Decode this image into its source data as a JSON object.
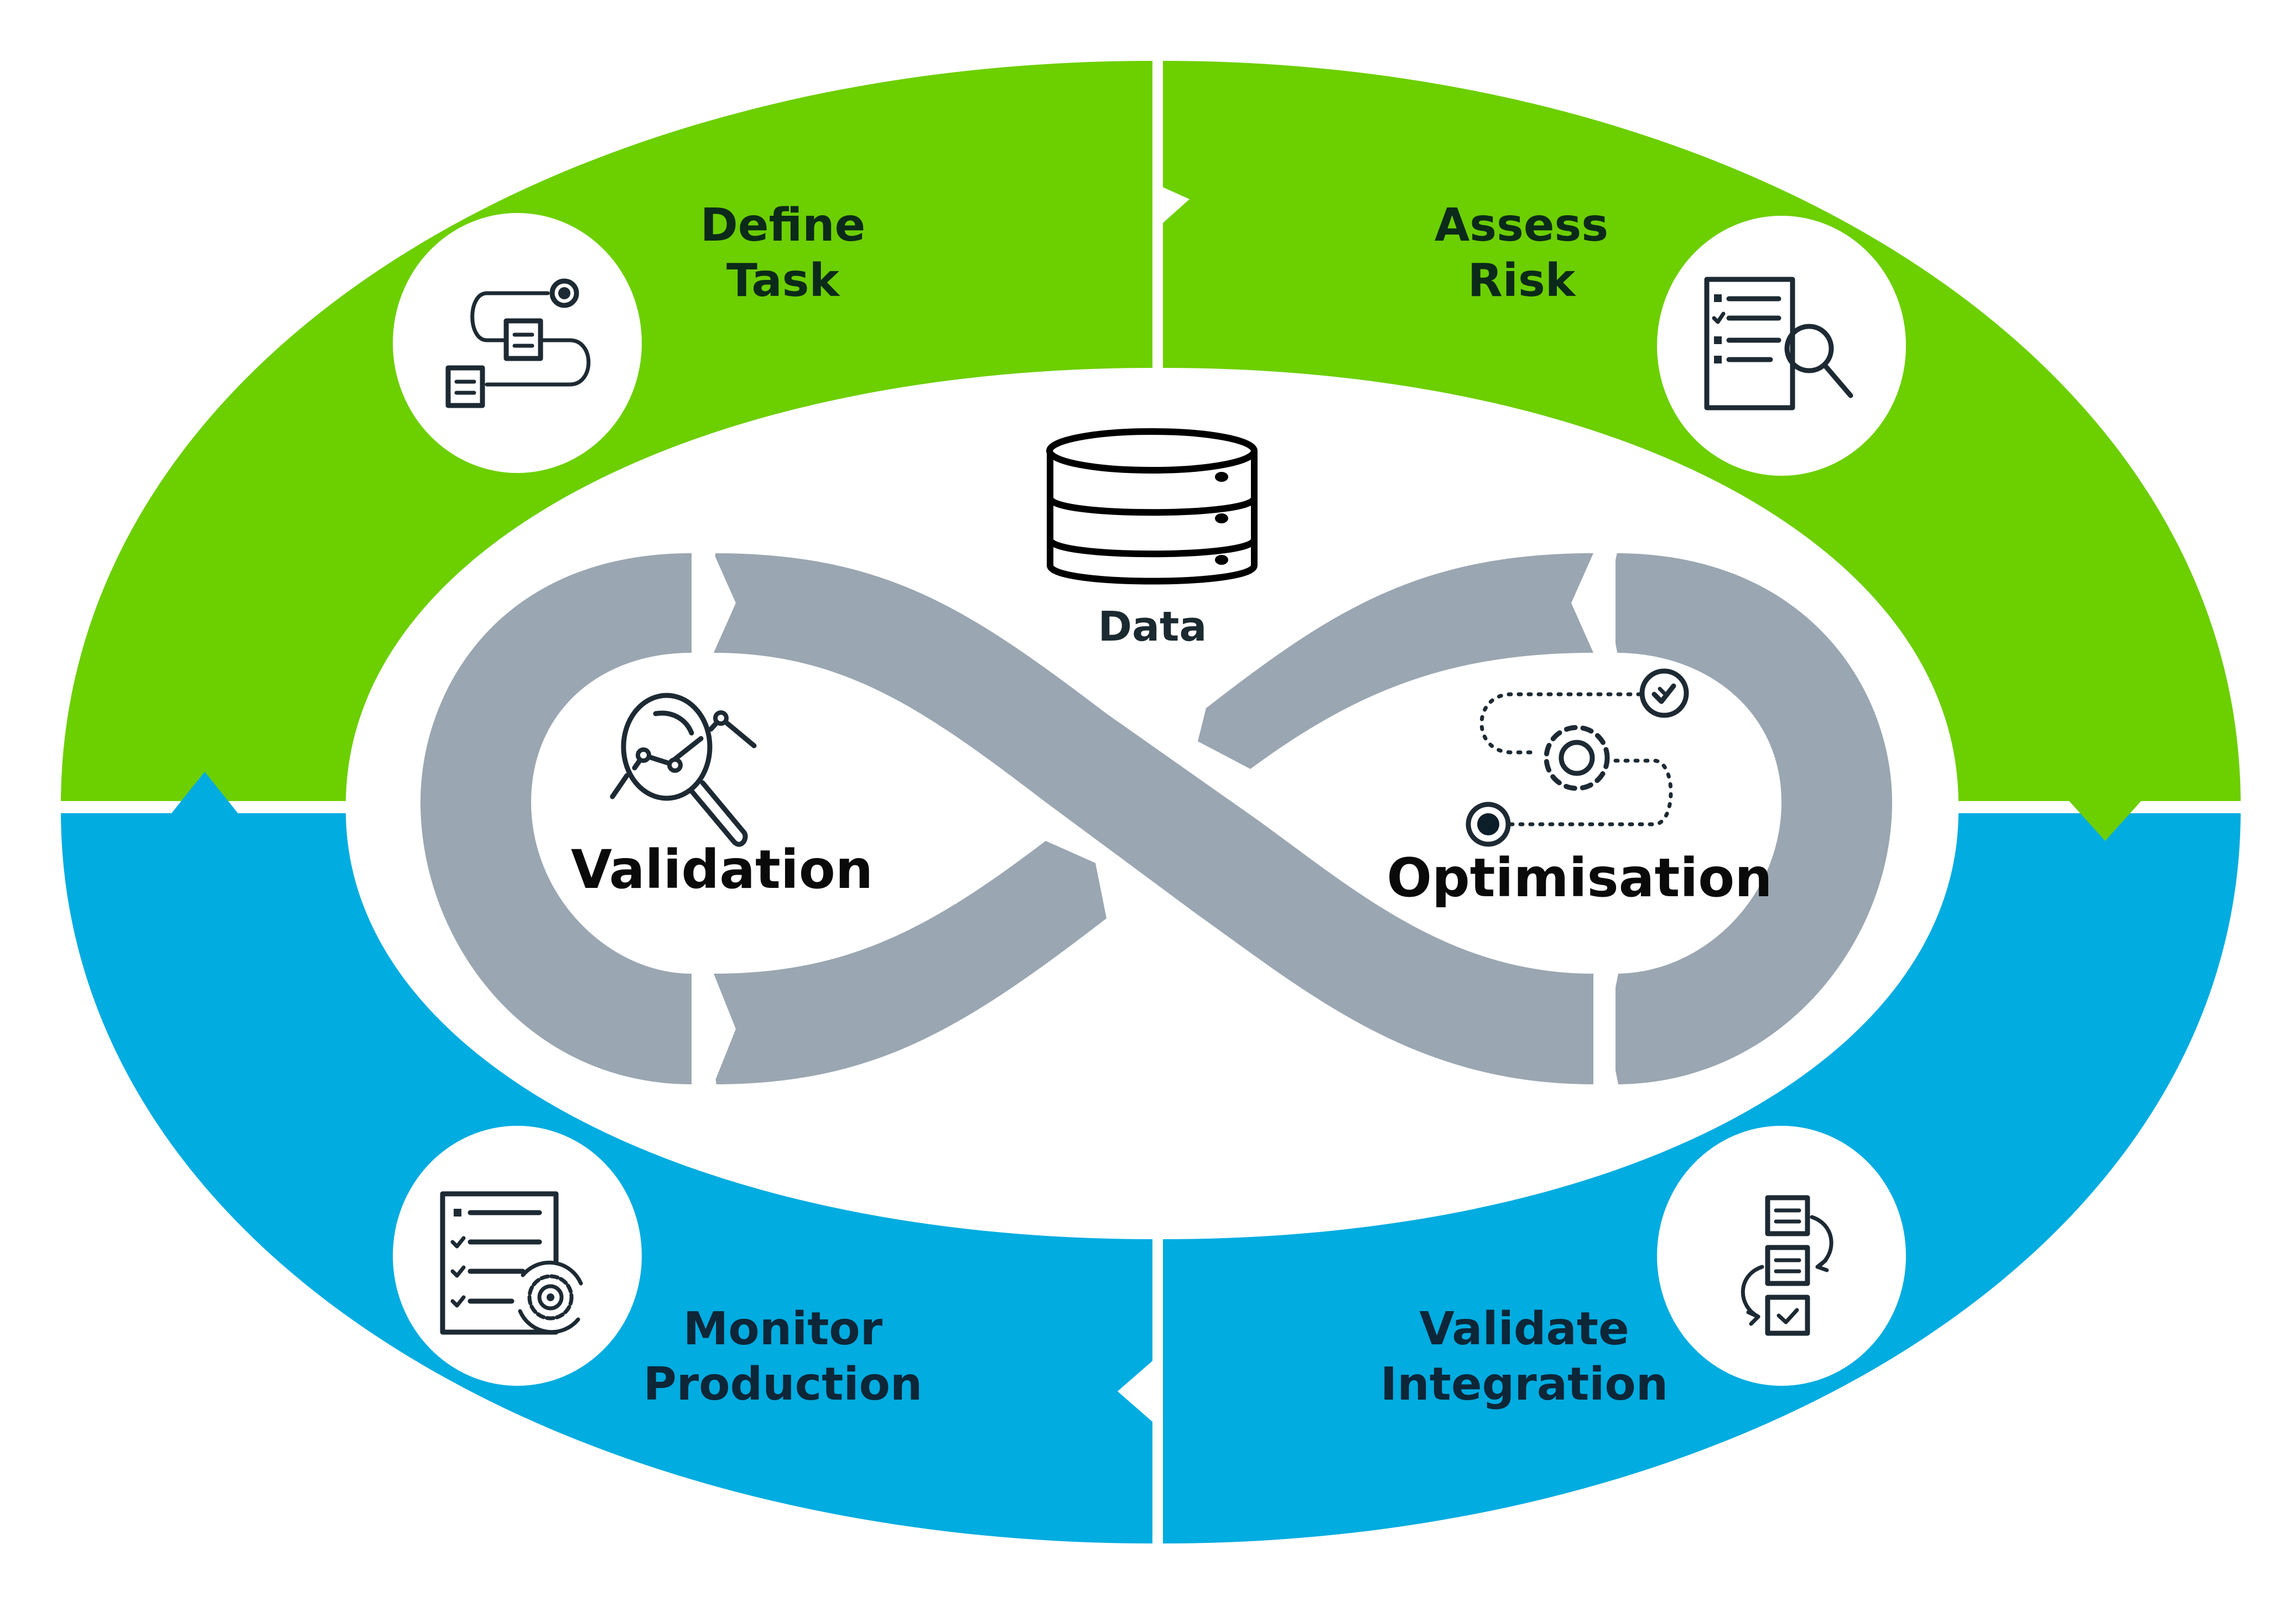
{
  "diagram": {
    "colors": {
      "top_ring": "#6ccf00",
      "bottom_ring": "#00ace0",
      "loop": "#9aa6b1",
      "text_dark": "#0b1e2a"
    },
    "stages": {
      "define_task": {
        "line1": "Define",
        "line2": "Task",
        "icon": "workflow-icon"
      },
      "assess_risk": {
        "line1": "Assess",
        "line2": "Risk",
        "icon": "checklist-search-icon"
      },
      "monitor_production": {
        "line1": "Monitor",
        "line2": "Production",
        "icon": "checklist-gear-icon"
      },
      "validate_integration": {
        "line1": "Validate",
        "line2": "Integration",
        "icon": "steps-checked-icon"
      }
    },
    "center": {
      "data": {
        "label": "Data",
        "icon": "database-icon"
      },
      "validation": {
        "label": "Validation",
        "icon": "magnifier-chart-icon"
      },
      "optimisation": {
        "label": "Optimisation",
        "icon": "gear-path-icon"
      }
    }
  }
}
